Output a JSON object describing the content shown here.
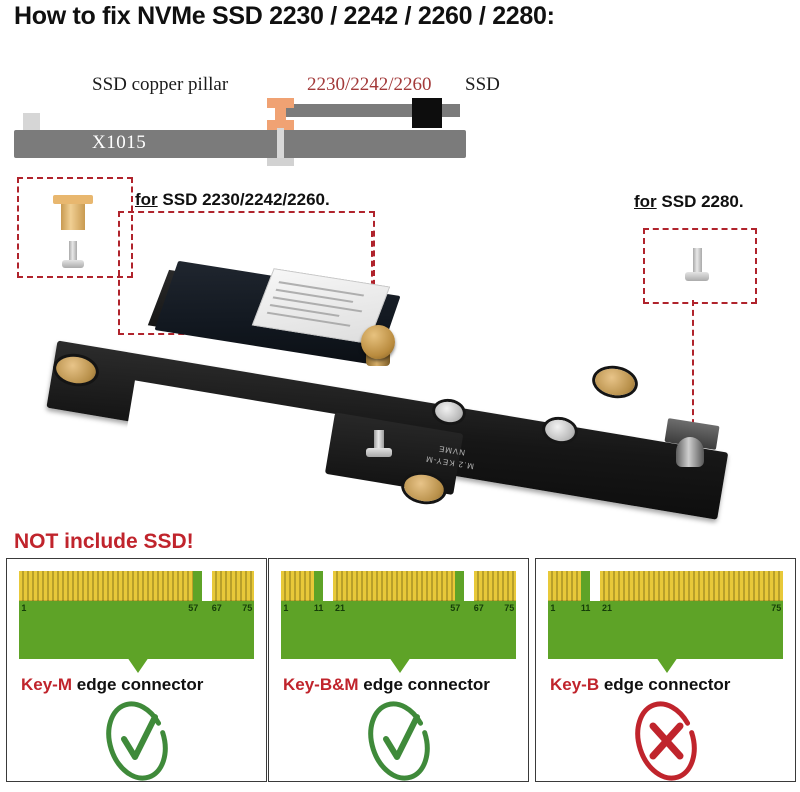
{
  "title": "How to fix NVMe SSD 2230 / 2242 / 2260 / 2280:",
  "schematic": {
    "pillar_label": "SSD copper pillar",
    "ssd_label_red": "2230/2242/2260",
    "ssd_label_black": " SSD",
    "board_name": "X1015",
    "colors": {
      "board_bar": "#7b7b7b",
      "copper_pillar": "#f0a273",
      "ssd_connector": "#0d0d0d",
      "red_text": "#a33a3a"
    }
  },
  "callouts": {
    "for_prefix": "for",
    "small_ssd": " SSD 2230/2242/2260.",
    "large_ssd": " SSD 2280.",
    "dash_color": "#b0232c",
    "box_pillar_items": [
      "copper-pillar",
      "screw"
    ],
    "box_2280_items": [
      "screw"
    ]
  },
  "pcb": {
    "silk_key": "M.2 KEY-M",
    "silk_nvme": "NVME",
    "gold_pad_color": "#b78f49",
    "board_color": "#161616"
  },
  "not_include_note": "NOT include SSD!",
  "chart_data": {
    "type": "table",
    "title": "M.2 edge connector key types",
    "panels": [
      {
        "key_type": "Key-M",
        "label_suffix": " edge connector",
        "compatible": true,
        "verdict_icon": "check-mark",
        "verdict_color": "#3f8a3a",
        "pin_numbers": [
          "1",
          "57",
          "67",
          "75"
        ],
        "segments": [
          {
            "start_pct": 0,
            "width_pct": 74
          },
          {
            "start_pct": 82,
            "width_pct": 18
          }
        ],
        "notch_positions_pct": [
          78
        ]
      },
      {
        "key_type": "Key-B&M",
        "label_suffix": " edge connector",
        "compatible": true,
        "verdict_icon": "check-mark",
        "verdict_color": "#3f8a3a",
        "pin_numbers": [
          "1",
          "11",
          "21",
          "57",
          "67",
          "75"
        ],
        "segments": [
          {
            "start_pct": 0,
            "width_pct": 14
          },
          {
            "start_pct": 22,
            "width_pct": 52
          },
          {
            "start_pct": 82,
            "width_pct": 18
          }
        ],
        "notch_positions_pct": [
          18,
          78
        ]
      },
      {
        "key_type": "Key-B",
        "label_suffix": " edge connector",
        "compatible": false,
        "verdict_icon": "cross-mark",
        "verdict_color": "#c0242c",
        "pin_numbers": [
          "1",
          "11",
          "21",
          "75"
        ],
        "segments": [
          {
            "start_pct": 0,
            "width_pct": 14
          },
          {
            "start_pct": 22,
            "width_pct": 78
          }
        ],
        "notch_positions_pct": [
          18
        ]
      }
    ],
    "colors": {
      "gold_pins": "#e8c939",
      "pcb_green": "#5ea327"
    },
    "xlabel": "",
    "ylabel": "",
    "grid": false,
    "legend": "none"
  }
}
